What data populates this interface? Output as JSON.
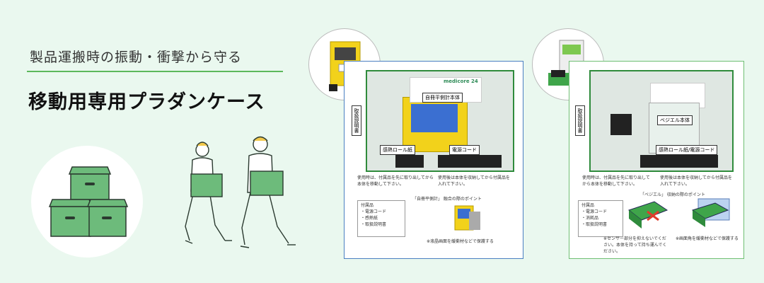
{
  "banner": {
    "subtitle": "製品運搬時の振動・衝撃から守る",
    "title": "移動用専用プラダンケース"
  },
  "panel_left": {
    "device_label": "自冊平側計本体",
    "brand": "medicore 24",
    "left_tag": "取扱説明書",
    "paper_label": "感熱ロール紙",
    "cord_label": "電源コード",
    "note_left": "使用時は、付属品を先に取り出してから本体を移動して下さい。",
    "note_right": "使用後は本体を収納してから付属品を入れて下さい。",
    "point_title": "「自冊平側計」 融合の際のポイント",
    "accessories_title": "付属品",
    "accessories": [
      "・電源コード",
      "・感熱紙",
      "・取扱説明書"
    ],
    "footnote": "※液晶画面を緩衝材などで保護する"
  },
  "panel_right": {
    "device_label": "ベジエル本体",
    "left_tag": "取扱説明書",
    "paper_label": "感熱ロール紙/電源コード",
    "note_left": "使用時は、付属品を先に取り出してから本体を移動して下さい。",
    "note_right": "使用後は本体を収納してから付属品を入れて下さい。",
    "point_title": "「ベジエル」 収納の際のポイント",
    "accessories_title": "付属品",
    "accessories": [
      "・電源コード",
      "・消耗品",
      "・取扱説明書"
    ],
    "footnote_left": "※センサー部分を抑えないでください。本体を持って持ち運んでください。",
    "footnote_right": "※画面角を緩衝材などで保護する"
  },
  "colors": {
    "background": "#eaf8ef",
    "accent_green": "#5cb85c",
    "box_green": "#6dbb7b",
    "device_yellow": "#f2d21b"
  }
}
